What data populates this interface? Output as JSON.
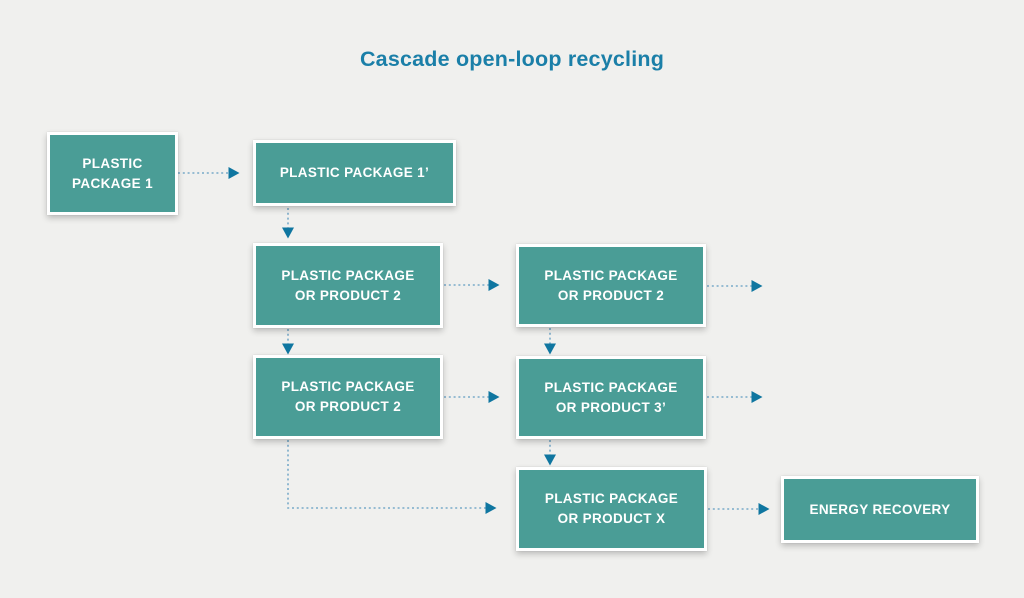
{
  "title": "Cascade open-loop recycling",
  "colors": {
    "background": "#f0f0ee",
    "box_fill": "#4a9d96",
    "box_border": "#ffffff",
    "box_text": "#ffffff",
    "title_text": "#1b7fa8",
    "arrow_line": "#79aac9",
    "arrow_head": "#0f76a0"
  },
  "nodes": [
    {
      "id": "plastic-package-1",
      "label": "PLASTIC\nPACKAGE 1"
    },
    {
      "id": "plastic-package-1-prime",
      "label": "PLASTIC PACKAGE 1’"
    },
    {
      "id": "package-or-product-2-row2-left",
      "label": "PLASTIC PACKAGE\nOR PRODUCT 2"
    },
    {
      "id": "package-or-product-2-row2-right",
      "label": "PLASTIC PACKAGE\nOR PRODUCT 2"
    },
    {
      "id": "package-or-product-2-row3-left",
      "label": "PLASTIC PACKAGE\nOR PRODUCT 2"
    },
    {
      "id": "package-or-product-3-prime",
      "label": "PLASTIC PACKAGE\nOR PRODUCT 3’"
    },
    {
      "id": "package-or-product-x",
      "label": "PLASTIC PACKAGE\nOR PRODUCT X"
    },
    {
      "id": "energy-recovery",
      "label": "ENERGY RECOVERY"
    }
  ],
  "connections": [
    {
      "from": "plastic-package-1",
      "to": "plastic-package-1-prime",
      "style": "dotted-arrow"
    },
    {
      "from": "plastic-package-1-prime",
      "to": "package-or-product-2-row2-left",
      "style": "dotted-arrow"
    },
    {
      "from": "package-or-product-2-row2-left",
      "to": "package-or-product-2-row2-right",
      "style": "dotted-arrow"
    },
    {
      "from": "package-or-product-2-row2-right",
      "to": "continues-right",
      "style": "dotted-arrow"
    },
    {
      "from": "package-or-product-2-row2-left",
      "to": "package-or-product-2-row3-left",
      "style": "dotted-arrow"
    },
    {
      "from": "package-or-product-2-row2-right",
      "to": "package-or-product-3-prime",
      "style": "dotted-arrow"
    },
    {
      "from": "package-or-product-2-row3-left",
      "to": "package-or-product-3-prime",
      "style": "dotted-arrow"
    },
    {
      "from": "package-or-product-3-prime",
      "to": "continues-right",
      "style": "dotted-arrow"
    },
    {
      "from": "package-or-product-2-row3-left",
      "to": "package-or-product-x",
      "style": "dotted-arrow-elbow"
    },
    {
      "from": "package-or-product-3-prime",
      "to": "package-or-product-x",
      "style": "dotted-arrow"
    },
    {
      "from": "package-or-product-x",
      "to": "energy-recovery",
      "style": "dotted-arrow"
    }
  ]
}
